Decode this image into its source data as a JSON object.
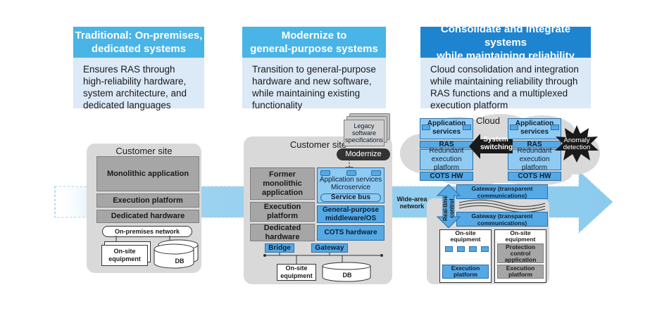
{
  "columns": [
    {
      "title": "Traditional: On-premises,\ndedicated systems",
      "description": "Ensures RAS through\nhigh-reliability hardware,\nsystem architecture, and\ndedicated languages"
    },
    {
      "title": "Modernize to\ngeneral-purpose systems",
      "description": "Transition to general-purpose\nhardware and new software,\nwhile maintaining existing\nfunctionality"
    },
    {
      "title": "Consolidate and integrate systems\nwhile maintaining reliability",
      "description": "Cloud consolidation and integration\nwhile maintaining reliability through\nRAS functions and a multiplexed\nexecution platform"
    }
  ],
  "traditional": {
    "site_title": "Customer site",
    "monolithic_app": "Monolithic application",
    "execution_platform": "Execution platform",
    "dedicated_hardware": "Dedicated hardware",
    "network": "On-premises network",
    "onsite_equipment": "On-site\nequipment",
    "db": "DB"
  },
  "modernize": {
    "site_title": "Customer site",
    "legacy_specs": "Legacy\nsoftware\nspecifications",
    "modernize_label": "Modernize",
    "former_app": "Former\nmonolithic\napplication",
    "execution_platform": "Execution\nplatform",
    "dedicated_hardware": "Dedicated\nhardware",
    "app_services": "Application services\nMicroservice",
    "service_bus": "Service bus",
    "middleware": "General-purpose\nmiddleware/OS",
    "cots_hardware": "COTS hardware",
    "bridge": "Bridge",
    "gateway": "Gateway",
    "onsite_equipment": "On-site\nequipment",
    "db": "DB"
  },
  "consolidate": {
    "cloud_label": "Cloud",
    "app_services": "Application\nservices",
    "ras": "RAS",
    "redundant_platform": "Redundant\nexecution\nplatform",
    "cots_hw": "COTS HW",
    "system_switching": "System\nswitching",
    "anomaly_detection": "Anomaly\ndetection",
    "wide_area_network": "Wide-area\nnetwork",
    "real_time_control": "Real-time\ncontrol",
    "gateway_cloud": "Gateway (transparent\ncommunications)",
    "gateway_site": "Gateway (transparent\ncommunications)",
    "onsite_equipment": "On-site\nequipment",
    "execution_platform": "Execution\nplatform",
    "protection_app": "Protection\ncontrol\napplication"
  },
  "colors": {
    "light_header": "#49b4e6",
    "dark_header": "#1f84cf",
    "desc_bg": "#dce9f7",
    "arrow": "#9ed3f0",
    "blue_box": "#55a9e4",
    "gray_box": "#a6a6a6",
    "panel": "#d9d9d9"
  }
}
